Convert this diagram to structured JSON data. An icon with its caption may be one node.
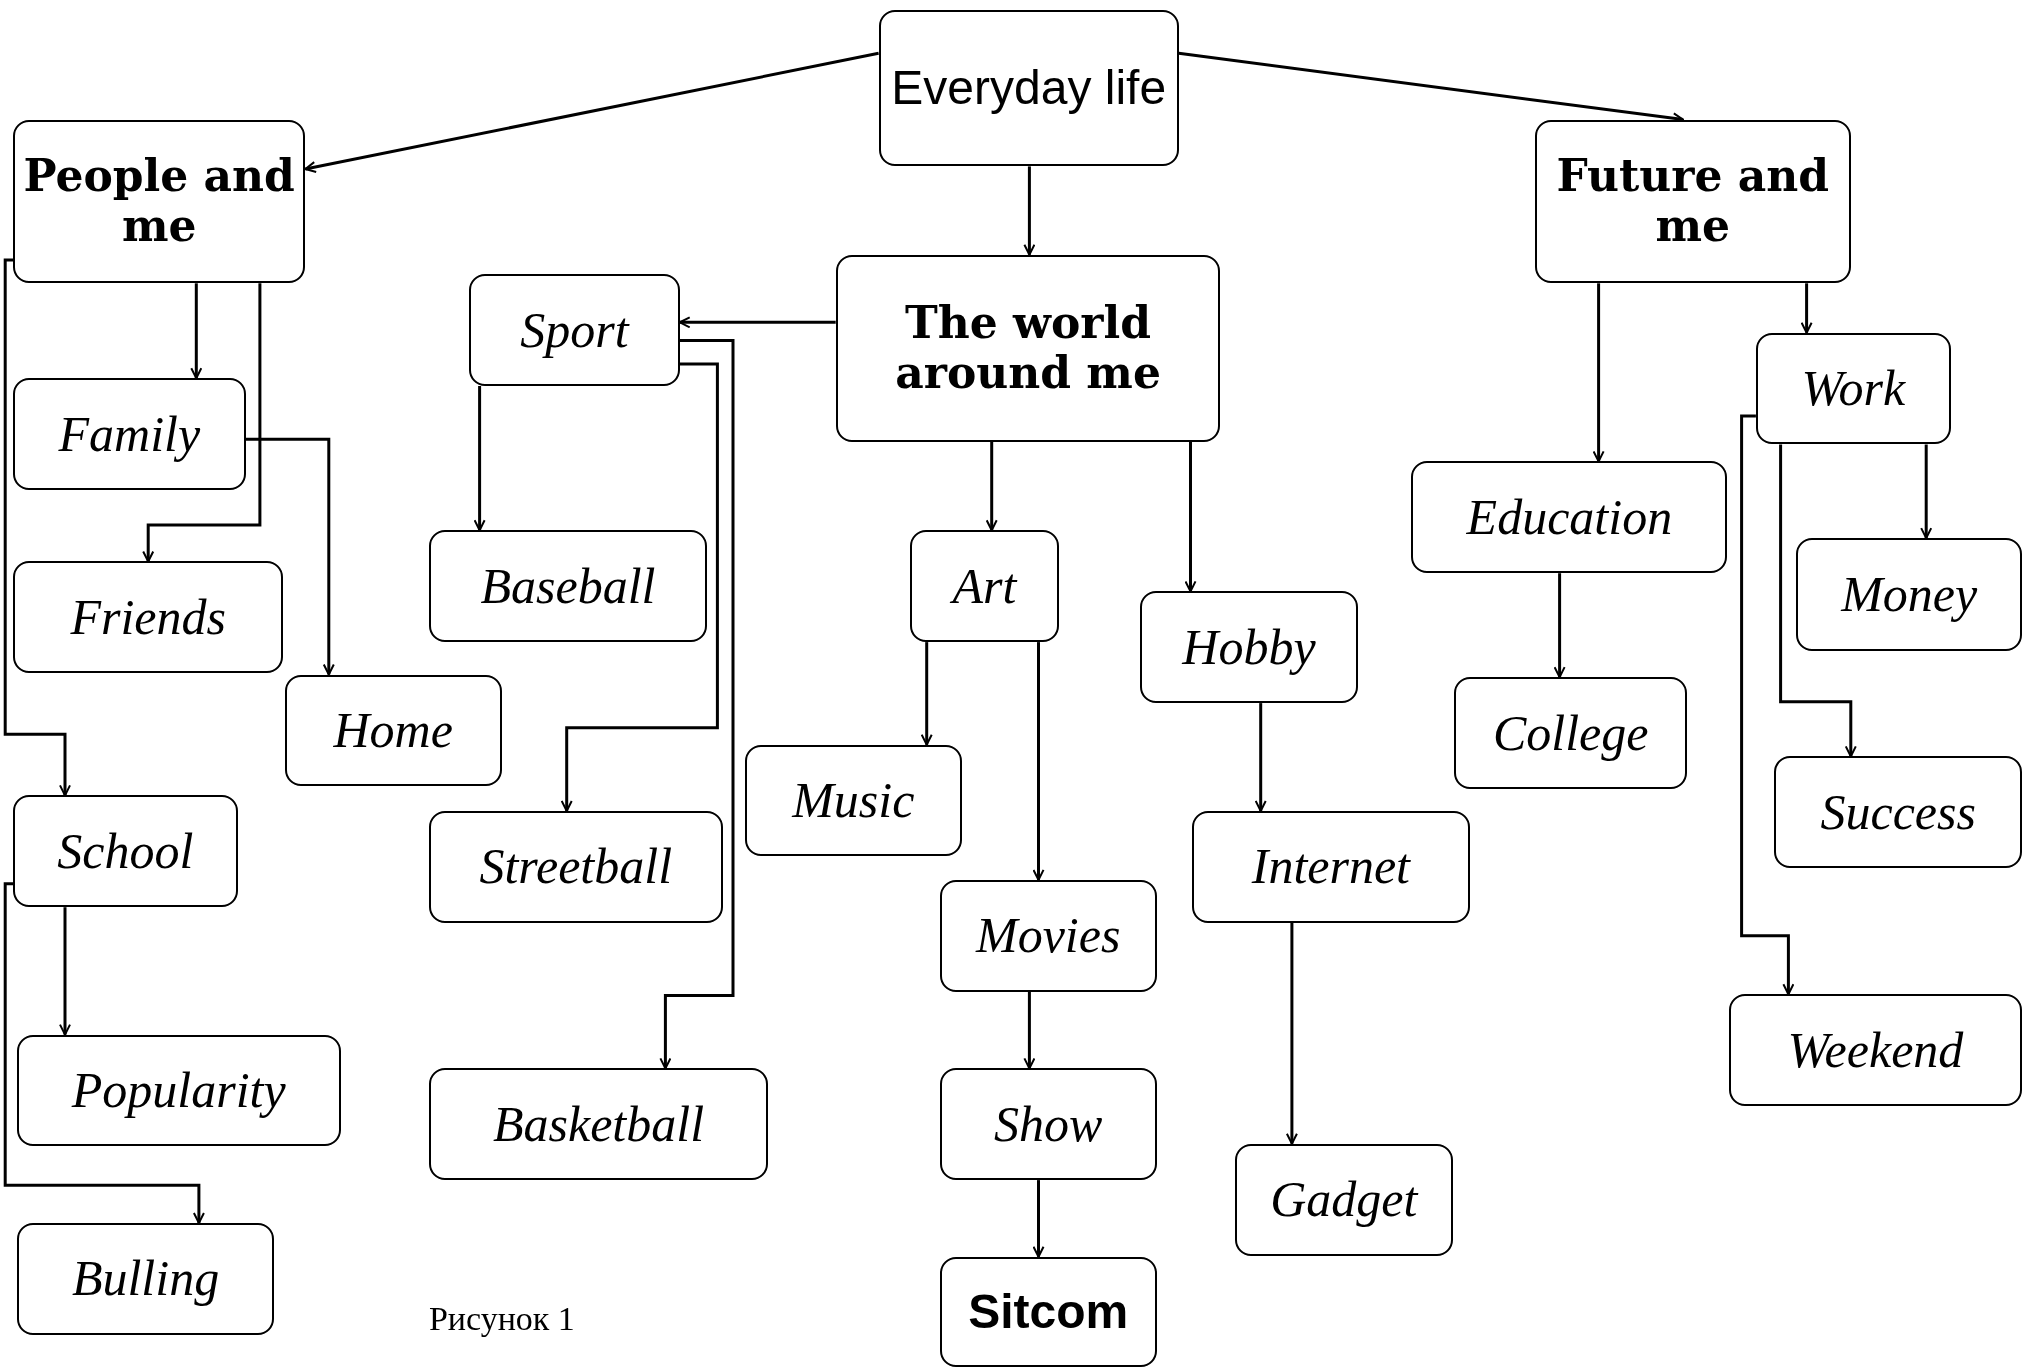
{
  "diagram": {
    "nodes": [
      {
        "text": [
          "Everyday life"
        ]
      },
      {
        "text": [
          "People and me"
        ]
      },
      {
        "text": [
          "Future and me"
        ]
      },
      {
        "text": [
          "The world around me"
        ]
      },
      {
        "text": [
          "Sport"
        ]
      },
      {
        "text": [
          "Family"
        ]
      },
      {
        "text": [
          "Friends"
        ]
      },
      {
        "text": [
          "Home"
        ]
      },
      {
        "text": [
          "School"
        ]
      },
      {
        "text": [
          "Popularity"
        ]
      },
      {
        "text": [
          "Bulling"
        ]
      },
      {
        "text": [
          "Baseball"
        ]
      },
      {
        "text": [
          "Streetball"
        ]
      },
      {
        "text": [
          "Basketball"
        ]
      },
      {
        "text": [
          "Art"
        ]
      },
      {
        "text": [
          "Music"
        ]
      },
      {
        "text": [
          "Movies"
        ]
      },
      {
        "text": [
          "Show"
        ]
      },
      {
        "text": [
          "Sitcom"
        ]
      },
      {
        "text": [
          "Hobby"
        ]
      },
      {
        "text": [
          "Internet"
        ]
      },
      {
        "text": [
          "Gadget"
        ]
      },
      {
        "text": [
          "Education"
        ]
      },
      {
        "text": [
          "College"
        ]
      },
      {
        "text": [
          "Work"
        ]
      },
      {
        "text": [
          "Money"
        ]
      },
      {
        "text": [
          "Success"
        ]
      },
      {
        "text": [
          "Weekend"
        ]
      }
    ],
    "edges": [
      {
        "from": 0,
        "to": 1,
        "arrow": "to"
      },
      {
        "from": 0,
        "to": 2,
        "arrow": "to"
      },
      {
        "from": 0,
        "to": 3,
        "arrow": "to"
      },
      {
        "from": 1,
        "to": 5,
        "arrow": "to"
      },
      {
        "from": 1,
        "to": 6,
        "arrow": "to"
      },
      {
        "from": 1,
        "to": 8,
        "arrow": "to"
      },
      {
        "from": 5,
        "to": 7,
        "arrow": "to"
      },
      {
        "from": 8,
        "to": 9,
        "arrow": "to"
      },
      {
        "from": 8,
        "to": 10,
        "arrow": "to"
      },
      {
        "from": 3,
        "to": 4,
        "arrow": "to"
      },
      {
        "from": 4,
        "to": 11,
        "arrow": "to"
      },
      {
        "from": 4,
        "to": 12,
        "arrow": "to"
      },
      {
        "from": 4,
        "to": 13,
        "arrow": "to"
      },
      {
        "from": 3,
        "to": 14,
        "arrow": "to"
      },
      {
        "from": 3,
        "to": 19,
        "arrow": "to"
      },
      {
        "from": 14,
        "to": 15,
        "arrow": "to"
      },
      {
        "from": 14,
        "to": 16,
        "arrow": "to"
      },
      {
        "from": 16,
        "to": 17,
        "arrow": "to"
      },
      {
        "from": 17,
        "to": 18,
        "arrow": "to"
      },
      {
        "from": 19,
        "to": 20,
        "arrow": "to"
      },
      {
        "from": 20,
        "to": 21,
        "arrow": "to"
      },
      {
        "from": 2,
        "to": 22,
        "arrow": "to"
      },
      {
        "from": 2,
        "to": 24,
        "arrow": "to"
      },
      {
        "from": 22,
        "to": 23,
        "arrow": "to"
      },
      {
        "from": 24,
        "to": 25,
        "arrow": "to"
      },
      {
        "from": 24,
        "to": 26,
        "arrow": "to"
      },
      {
        "from": 24,
        "to": 27,
        "arrow": "to"
      }
    ],
    "caption": "Рисунок 1"
  }
}
